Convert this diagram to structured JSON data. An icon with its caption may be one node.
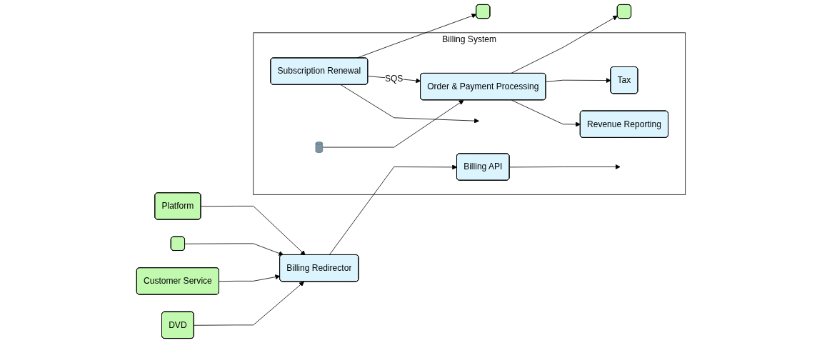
{
  "diagram": {
    "nodes": [
      {
        "text": [
          "Platform"
        ]
      },
      {
        "text": [],
        "shape": "box"
      },
      {
        "text": [],
        "shape": "box"
      },
      {
        "text": [],
        "shape": "box"
      },
      {
        "text": [
          "Customer Service"
        ]
      },
      {
        "text": [
          "Billing Redirector"
        ]
      },
      {
        "text": [
          "Billing System"
        ]
      },
      {
        "text": [
          "DVD"
        ]
      },
      {
        "text": [
          "Billing API"
        ],
        "in": 6
      },
      {
        "text": [
          "Subscription Renewal"
        ],
        "in": 6
      },
      {
        "text": [
          "Order & Payment Processing"
        ],
        "in": 6
      },
      {
        "text": [
          "Tax"
        ],
        "in": 6
      },
      {
        "text": [
          "Revenue Reporting"
        ],
        "in": 6
      },
      {
        "text": [],
        "shape": "cylinder",
        "in": 6
      }
    ],
    "edges": [
      {
        "from": 0,
        "to": 5,
        "arrow": "to"
      },
      {
        "from": 1,
        "to": 5,
        "arrow": "to"
      },
      {
        "from": 4,
        "to": 5,
        "arrow": "to"
      },
      {
        "from": 7,
        "to": 5,
        "arrow": "to"
      },
      {
        "from": 5,
        "to": 8,
        "arrow": "to"
      },
      {
        "from": 9,
        "to": 2,
        "arrow": "to"
      },
      {
        "from": 10,
        "to": 3,
        "arrow": "to"
      },
      {
        "from": 9,
        "to": 10,
        "arrow": "to",
        "label": "SQS"
      },
      {
        "from": 10,
        "to": 11,
        "arrow": "to"
      },
      {
        "from": 10,
        "to": 12,
        "arrow": "to"
      },
      {
        "from": 13,
        "to": 10,
        "arrow": "to"
      },
      {
        "from": 8,
        "to": null,
        "arrow": "to"
      },
      {
        "from": 9,
        "to": null,
        "arrow": "to"
      }
    ]
  }
}
